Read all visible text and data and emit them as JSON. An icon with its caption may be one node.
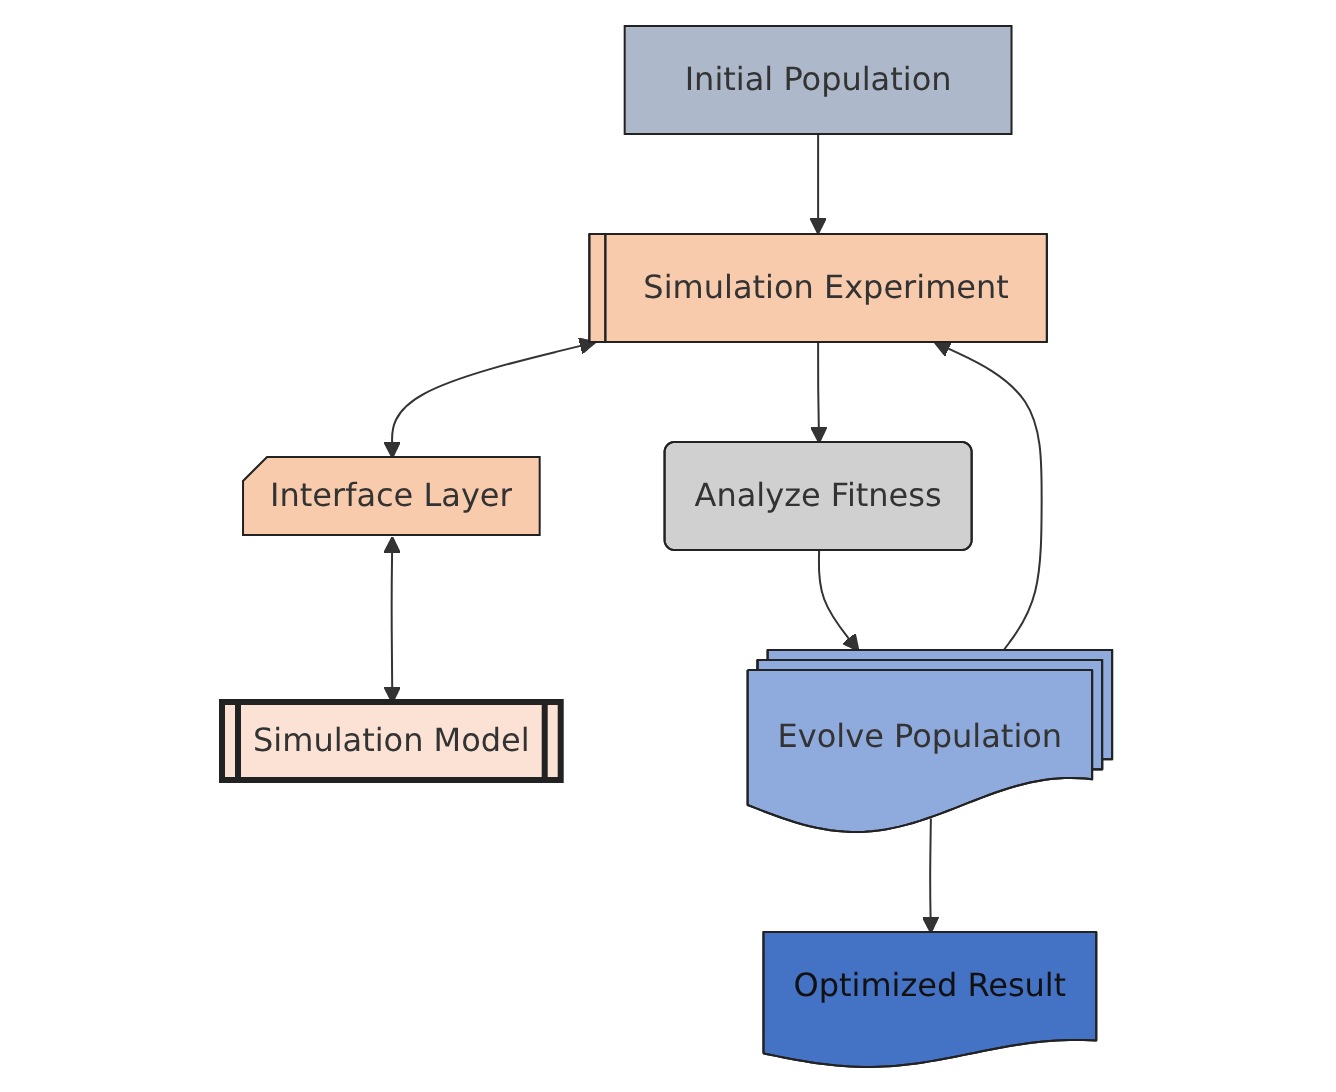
{
  "diagram": {
    "nodes": [
      {
        "text": [
          "Initial Population"
        ]
      },
      {
        "text": [
          "Simulation Experiment"
        ]
      },
      {
        "text": [
          "Interface Layer"
        ]
      },
      {
        "text": [
          "Simulation Model"
        ]
      },
      {
        "text": [
          "Analyze Fitness"
        ]
      },
      {
        "text": [
          "Evolve Population"
        ]
      },
      {
        "text": [
          "Optimized Result"
        ]
      }
    ],
    "edges": [
      {
        "from": 0,
        "to": 1,
        "arrow": "to"
      },
      {
        "from": 1,
        "to": 2,
        "arrow": "both"
      },
      {
        "from": 2,
        "to": 3,
        "arrow": "both"
      },
      {
        "from": 1,
        "to": 4,
        "arrow": "to"
      },
      {
        "from": 4,
        "to": 5,
        "arrow": "to"
      },
      {
        "from": 5,
        "to": 1,
        "arrow": "to"
      },
      {
        "from": 5,
        "to": 6,
        "arrow": "to"
      }
    ]
  }
}
